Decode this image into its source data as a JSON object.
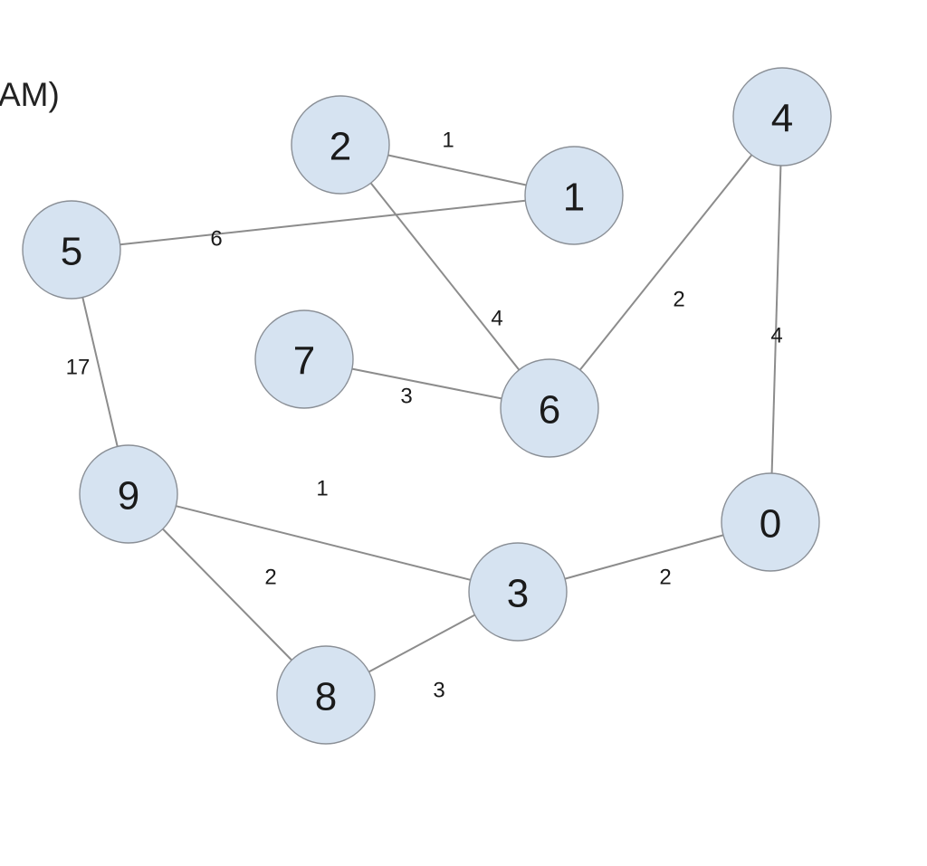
{
  "partial_title": "AM)",
  "colors": {
    "node_fill": "#d6e3f1",
    "node_stroke": "#8a8f96",
    "edge": "#8c8c8c",
    "text": "#1a1a1a"
  },
  "graph": {
    "nodes": [
      {
        "id": "0",
        "label": "0"
      },
      {
        "id": "1",
        "label": "1"
      },
      {
        "id": "2",
        "label": "2"
      },
      {
        "id": "3",
        "label": "3"
      },
      {
        "id": "4",
        "label": "4"
      },
      {
        "id": "5",
        "label": "5"
      },
      {
        "id": "6",
        "label": "6"
      },
      {
        "id": "7",
        "label": "7"
      },
      {
        "id": "8",
        "label": "8"
      },
      {
        "id": "9",
        "label": "9"
      }
    ],
    "edges": [
      {
        "from": "2",
        "to": "1",
        "weight": "1"
      },
      {
        "from": "5",
        "to": "1",
        "weight": "6"
      },
      {
        "from": "2",
        "to": "6",
        "weight": "4"
      },
      {
        "from": "6",
        "to": "4",
        "weight": "2"
      },
      {
        "from": "4",
        "to": "0",
        "weight": "4"
      },
      {
        "from": "7",
        "to": "6",
        "weight": "3"
      },
      {
        "from": "5",
        "to": "9",
        "weight": "17"
      },
      {
        "from": "9",
        "to": "3",
        "weight": "1"
      },
      {
        "from": "9",
        "to": "8",
        "weight": "2"
      },
      {
        "from": "3",
        "to": "0",
        "weight": "2"
      },
      {
        "from": "8",
        "to": "3",
        "weight": "3"
      }
    ]
  }
}
